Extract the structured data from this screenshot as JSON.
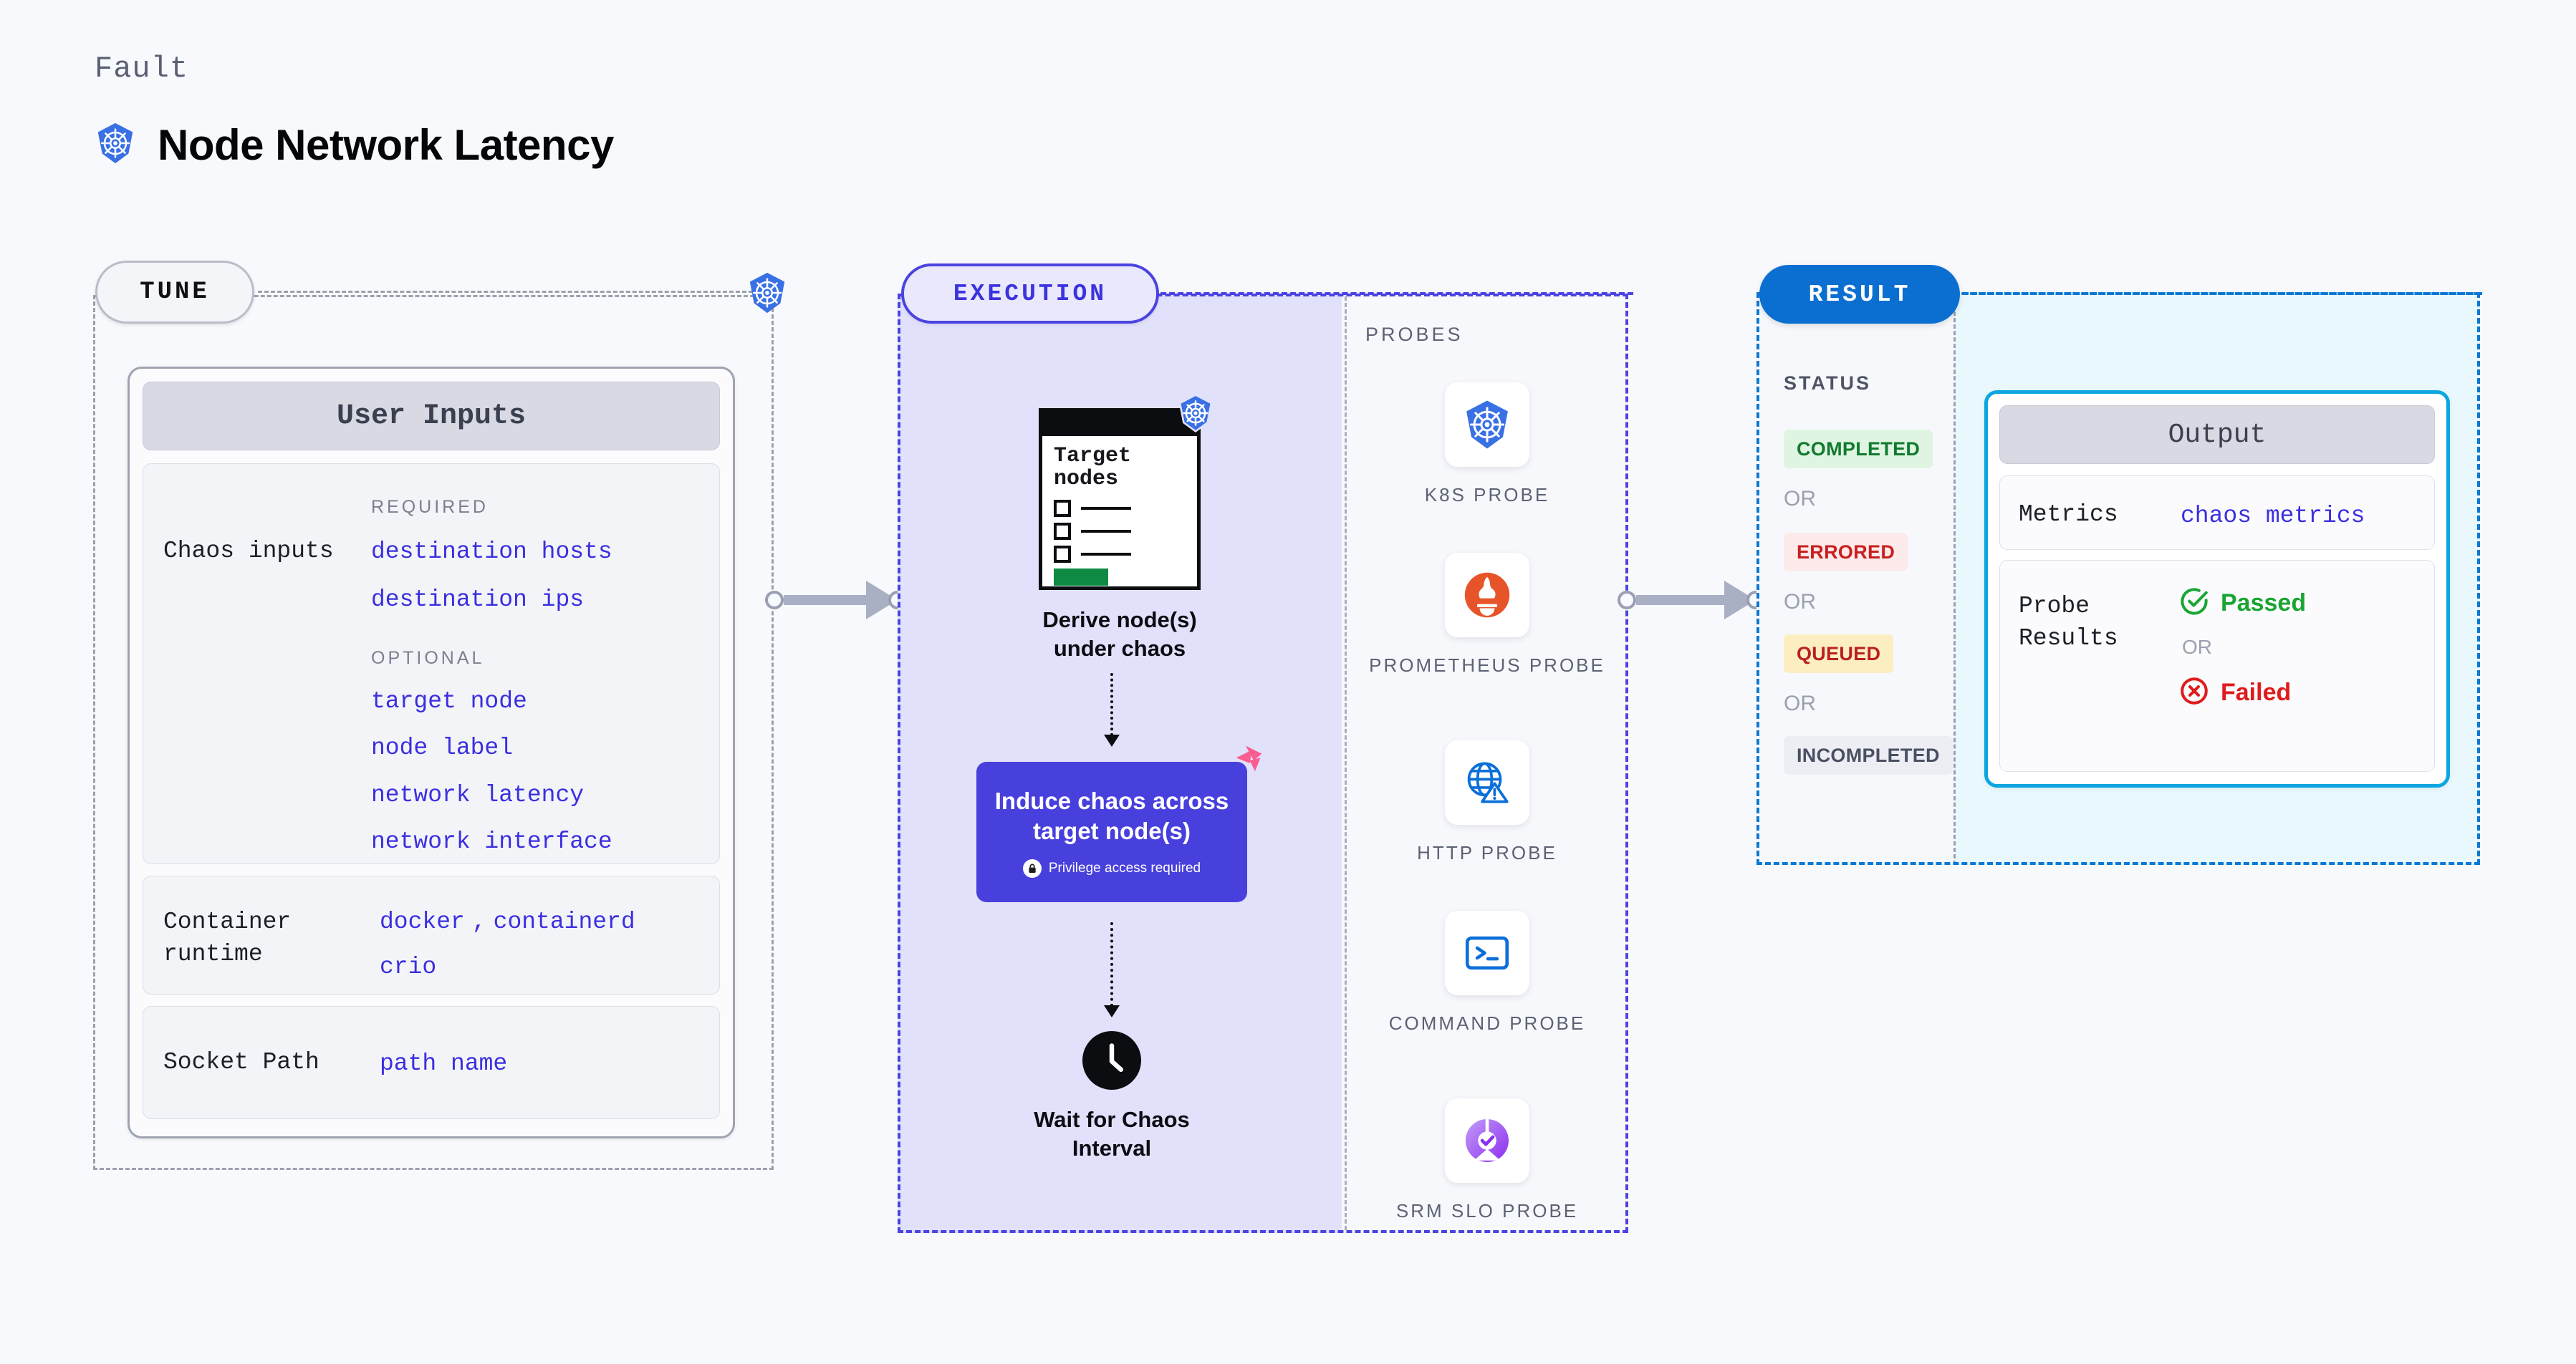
{
  "header": {
    "eyebrow": "Fault",
    "title": "Node Network Latency",
    "icon": "kubernetes-icon"
  },
  "stages": {
    "tune": {
      "label": "TUNE"
    },
    "execution": {
      "label": "EXECUTION"
    },
    "result": {
      "label": "RESULT"
    }
  },
  "tune": {
    "panel_title": "User Inputs",
    "chaos_inputs": {
      "label": "Chaos inputs",
      "required_heading": "REQUIRED",
      "required": [
        "destination hosts",
        "destination ips"
      ],
      "optional_heading": "OPTIONAL",
      "optional": [
        "target node",
        "node label",
        "network latency",
        "network interface"
      ]
    },
    "container_runtime": {
      "label": "Container runtime",
      "values_line1": [
        "docker",
        "containerd"
      ],
      "separator": ",",
      "values_line2": [
        "crio"
      ]
    },
    "socket_path": {
      "label": "Socket Path",
      "value": "path name"
    }
  },
  "execution": {
    "nodes": [
      {
        "caption": "Derive node(s) under chaos",
        "card_title": "Target nodes",
        "icon": "kubernetes-icon"
      },
      {
        "caption": "Induce chaos across target node(s)",
        "privilege_note": "Privilege access required",
        "icon": "litmus-icon"
      },
      {
        "caption": "Wait for Chaos Interval",
        "icon": "clock-icon"
      }
    ],
    "probes": {
      "heading": "PROBES",
      "items": [
        {
          "label": "K8S PROBE",
          "icon": "kubernetes-icon"
        },
        {
          "label": "PROMETHEUS PROBE",
          "icon": "prometheus-icon"
        },
        {
          "label": "HTTP PROBE",
          "icon": "http-globe-warning-icon"
        },
        {
          "label": "COMMAND PROBE",
          "icon": "terminal-icon"
        },
        {
          "label": "SRM SLO PROBE",
          "icon": "srm-slo-icon"
        }
      ]
    }
  },
  "result": {
    "status_heading": "STATUS",
    "or_label": "OR",
    "statuses": [
      {
        "label": "COMPLETED",
        "bg": "#dff5e1",
        "fg": "#117a2e"
      },
      {
        "label": "ERRORED",
        "bg": "#fdeaea",
        "fg": "#c91f1f"
      },
      {
        "label": "QUEUED",
        "bg": "#fdeec2",
        "fg": "#b92020"
      },
      {
        "label": "INCOMPLETED",
        "bg": "#eceef4",
        "fg": "#4a5062"
      }
    ],
    "output": {
      "title": "Output",
      "metrics_label": "Metrics",
      "metrics_value": "chaos metrics",
      "probe_results_label": "Probe Results",
      "passed_label": "Passed",
      "failed_label": "Failed",
      "or_label": "OR"
    }
  },
  "colors": {
    "accent_indigo": "#4840dc",
    "accent_blue": "#0a6fd0",
    "accent_cyan": "#0ba6e0",
    "k8s_blue": "#3970e4",
    "litmus_pink": "#fa5d8f",
    "value_violet": "#3b2fe0",
    "background": "#f8f9fc"
  }
}
